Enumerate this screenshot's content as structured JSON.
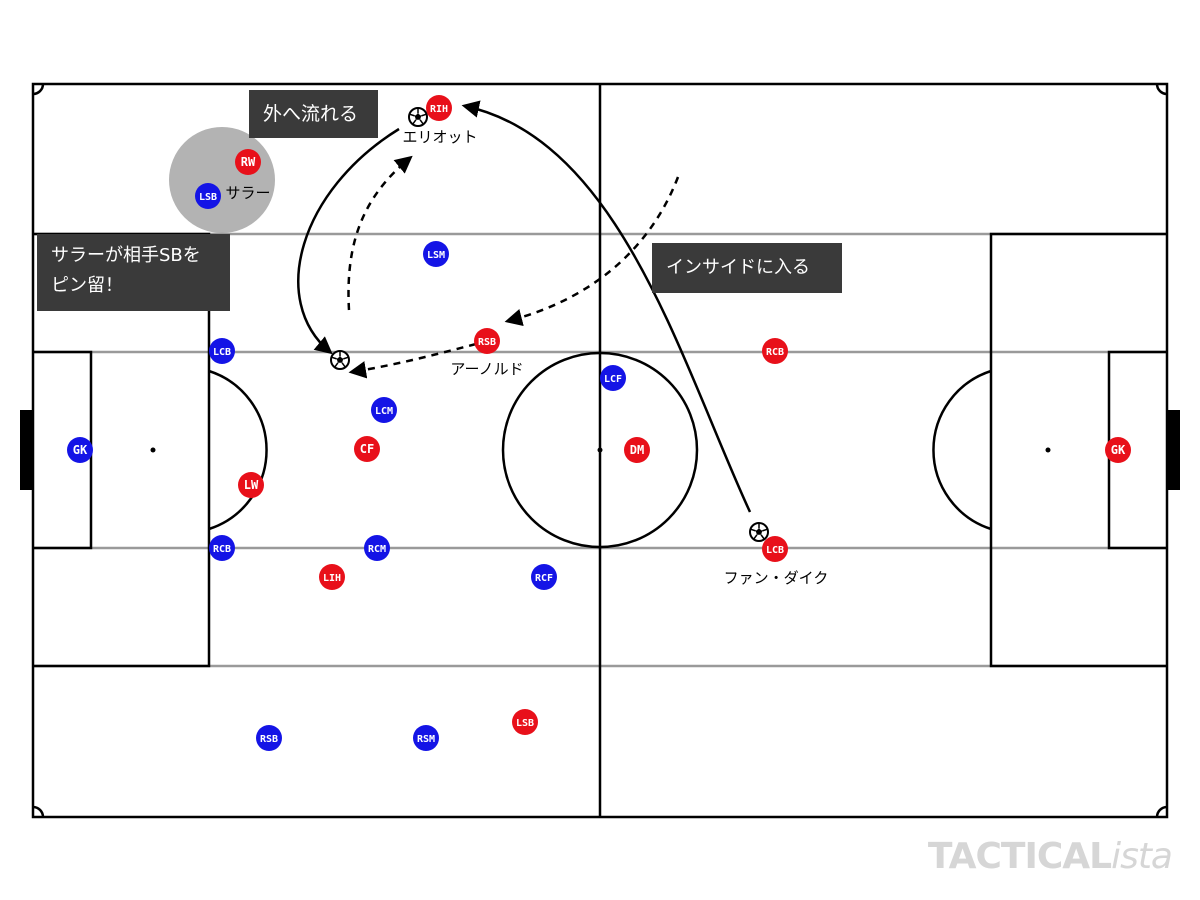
{
  "players": [
    {
      "team": "red",
      "label": "RIH"
    },
    {
      "team": "red",
      "label": "RW"
    },
    {
      "team": "blue",
      "label": "LSB"
    },
    {
      "team": "blue",
      "label": "LSM"
    },
    {
      "team": "red",
      "label": "RSB"
    },
    {
      "team": "blue",
      "label": "LCB"
    },
    {
      "team": "blue",
      "label": "LCM"
    },
    {
      "team": "red",
      "label": "CF"
    },
    {
      "team": "blue",
      "label": "GK"
    },
    {
      "team": "red",
      "label": "LW"
    },
    {
      "team": "blue",
      "label": "RCB"
    },
    {
      "team": "blue",
      "label": "RCM"
    },
    {
      "team": "red",
      "label": "LIH"
    },
    {
      "team": "blue",
      "label": "RCF"
    },
    {
      "team": "blue",
      "label": "LCF"
    },
    {
      "team": "red",
      "label": "DM"
    },
    {
      "team": "red",
      "label": "RCB"
    },
    {
      "team": "red",
      "label": "LCB"
    },
    {
      "team": "red",
      "label": "GK"
    },
    {
      "team": "blue",
      "label": "RSB"
    },
    {
      "team": "blue",
      "label": "RSM"
    },
    {
      "team": "red",
      "label": "LSB"
    }
  ],
  "names": {
    "elliott": "エリオット",
    "salah": "サラー",
    "arnold": "アーノルド",
    "van_dijk": "ファン・ダイク"
  },
  "callouts": {
    "outside": "外へ流れる",
    "pin_line1": "サラーが相手SBを",
    "pin_line2": "ピン留！",
    "inside": "インサイドに入る"
  },
  "watermark": {
    "main": "TACTICAL",
    "italic": "ista"
  },
  "colors": {
    "red": "#e8101a",
    "blue": "#1414e6",
    "highlight": "#b3b3b3",
    "box": "#3a3a3a"
  }
}
